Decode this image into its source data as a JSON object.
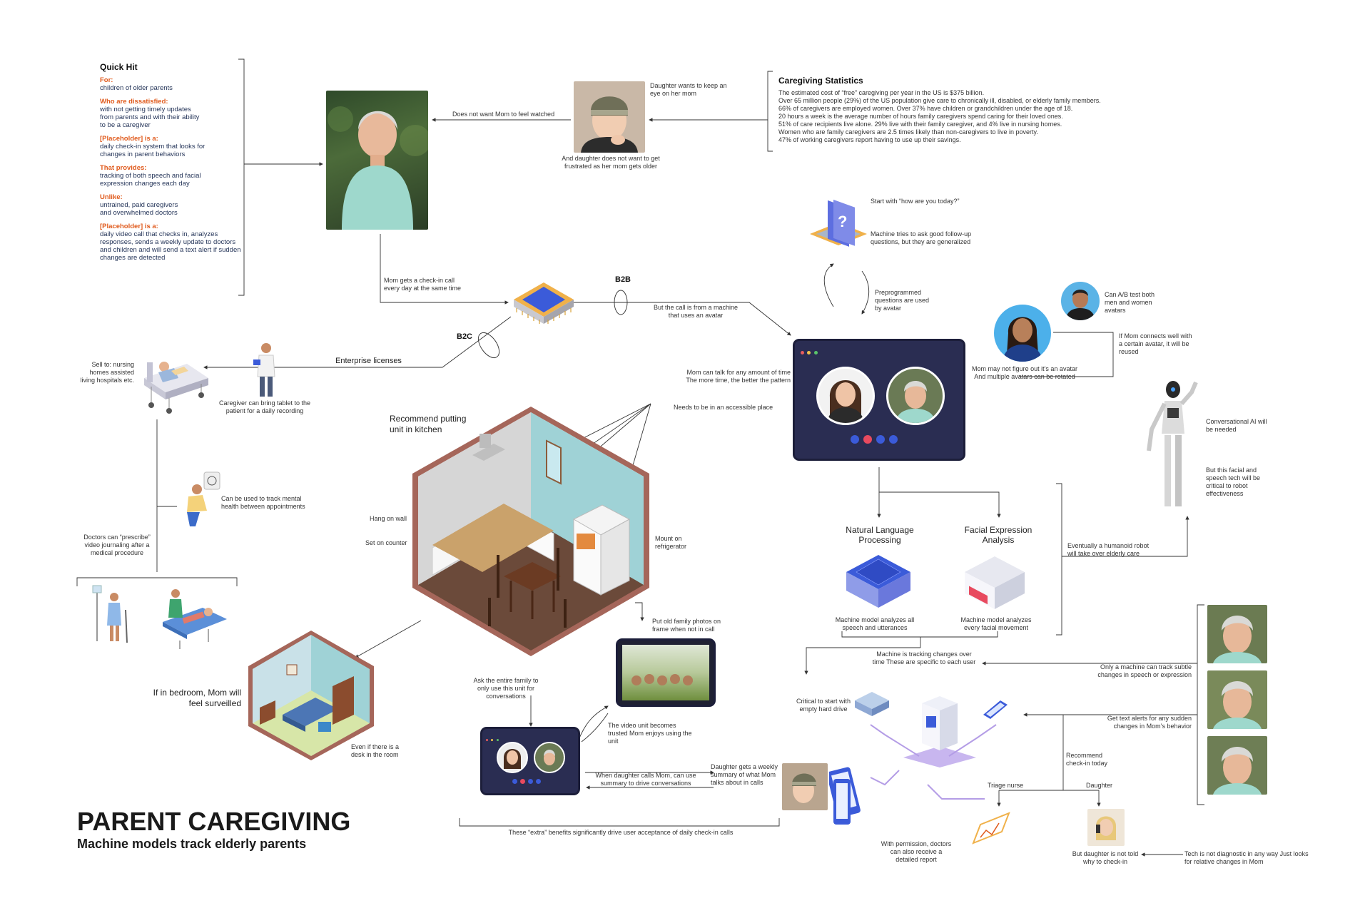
{
  "title": "PARENT CAREGIVING",
  "subtitle": "Machine models track elderly parents",
  "quick_hit": {
    "heading": "Quick Hit",
    "sections": [
      {
        "label": "For:",
        "text": "children of older parents"
      },
      {
        "label": "Who are dissatisfied:",
        "text": "with not getting timely updates from parents and with their ability to be a caregiver"
      },
      {
        "label": "[Placeholder] is a:",
        "text": "daily check-in system that looks for changes in parent behaviors"
      },
      {
        "label": "That provides:",
        "text": "tracking of both speech and facial expression changes each day"
      },
      {
        "label": "Unlike:",
        "text": "untrained, paid caregivers and overwhelmed doctors"
      },
      {
        "label": "[Placeholder] is a:",
        "text": "daily video call that checks in, analyzes responses, sends a weekly update  to doctors and children and will send a text alert if sudden changes are detected"
      }
    ]
  },
  "stats": {
    "heading": "Caregiving Statistics",
    "lines": [
      "The estimated cost of “free” caregiving per year in the US is $375 billion.",
      "Over 65 million people (29%) of the US population give care to chronically ill, disabled, or elderly family members.",
      "66% of caregivers are employed women. Over 37% have children or grandchildren under the age of 18.",
      "20 hours a week is the average number of hours family caregivers spend caring for their loved ones.",
      "51% of care recipients live alone. 29% live with their family caregiver, and 4% live in nursing homes.",
      "Women who are family caregivers are 2.5 times likely than non-caregivers to live in poverty.",
      "47% of working caregivers report having to use up their savings."
    ]
  },
  "labels": {
    "daughter_keep_eye": "Daughter wants to keep an eye on her mom",
    "daughter_frustrated": "And daughter does not want to get frustrated as her mom gets older",
    "not_watched": "Does not want Mom to feel watched",
    "checkin_call": "Mom gets a check-in call every day at the same time",
    "b2b": "B2B",
    "b2c": "B2C",
    "call_from_machine": "But the call is from a machine that uses an avatar",
    "enterprise": "Enterprise licenses",
    "sell_to": "Sell to: nursing homes assisted living hospitals etc.",
    "caregiver_tablet": "Caregiver can bring tablet to the patient for a daily recording",
    "mental_health": "Can be used to track mental health between appointments",
    "doctors_prescribe": "Doctors can “prescribe” video journaling after a medical procedure",
    "start_with": "Start with “how are you today?”",
    "machine_follow_up": "Machine tries to ask good follow-up questions, but they are generalized",
    "preprogrammed": "Preprogrammed questions are used by avatar",
    "ab_test": "Can A/B test both men and women avatars",
    "connects_well": "If Mom connects well with a certain avatar, it will be reused",
    "may_not_figure": "Mom may not figure out it’s an avatar And multiple avatars can be rotated",
    "talk_any_time": "Mom can talk for any amount of time The more time, the better the pattern",
    "accessible_place": "Needs to be in an accessible place",
    "recommend_kitchen": "Recommend putting unit in kitchen",
    "hang_wall": "Hang on wall",
    "set_counter": "Set on counter",
    "mount_fridge": "Mount on refrigerator",
    "bedroom": "If in bedroom, Mom will feel surveilled",
    "desk": "Even if there is a desk in the room",
    "family_photos": "Put old family photos on frame when not in call",
    "ask_family": "Ask the entire family to only use this unit for conversations",
    "trusted": "The video unit becomes trusted Mom enjoys using the unit",
    "when_daughter_calls": "When daughter calls Mom, can use summary to drive conversations",
    "weekly_summary": "Daughter gets a weekly summary of what Mom talks about in calls",
    "extra_benefits": "These “extra” benefits significantly drive user acceptance of daily check-in calls",
    "nlp": "Natural Language Processing",
    "fea": "Facial Expression Analysis",
    "nlp_desc": "Machine model analyzes all speech and utterances",
    "fea_desc": "Machine model analyzes every facial movement",
    "conversational_ai": "Conversational AI will be needed",
    "robot_critical": "But this facial and speech tech will be critical to robot effectiveness",
    "humanoid": "Eventually a humanoid robot will take over elderly care",
    "tracking_changes": "Machine is tracking changes over time These are specific to each user",
    "only_machine": "Only a machine can track subtle changes in speech or expression",
    "critical_start": "Critical to start with empty hard drive",
    "text_alerts": "Get text alerts for any sudden changes in Mom’s behavior",
    "recommend_checkin": "Recommend check-in today",
    "triage": "Triage nurse",
    "daughter": "Daughter",
    "permission": "With permission, doctors can also receive a detailed report",
    "not_told": "But daughter is not told why to check-in",
    "not_diagnostic": "Tech is not diagnostic in any way Just looks for relative changes in Mom"
  },
  "colors": {
    "accent_orange": "#e05a1c",
    "navy": "#26365a",
    "screen": "#2a2d52",
    "chip_blue": "#3b5bd9",
    "purple": "#8a6cc8"
  },
  "icons": [
    "chip-icon",
    "question-chip-icon",
    "robot-icon",
    "hospital-bed-icon",
    "tablet-icon",
    "server-icon",
    "hard-drive-icon",
    "phone-icon",
    "report-icon"
  ]
}
